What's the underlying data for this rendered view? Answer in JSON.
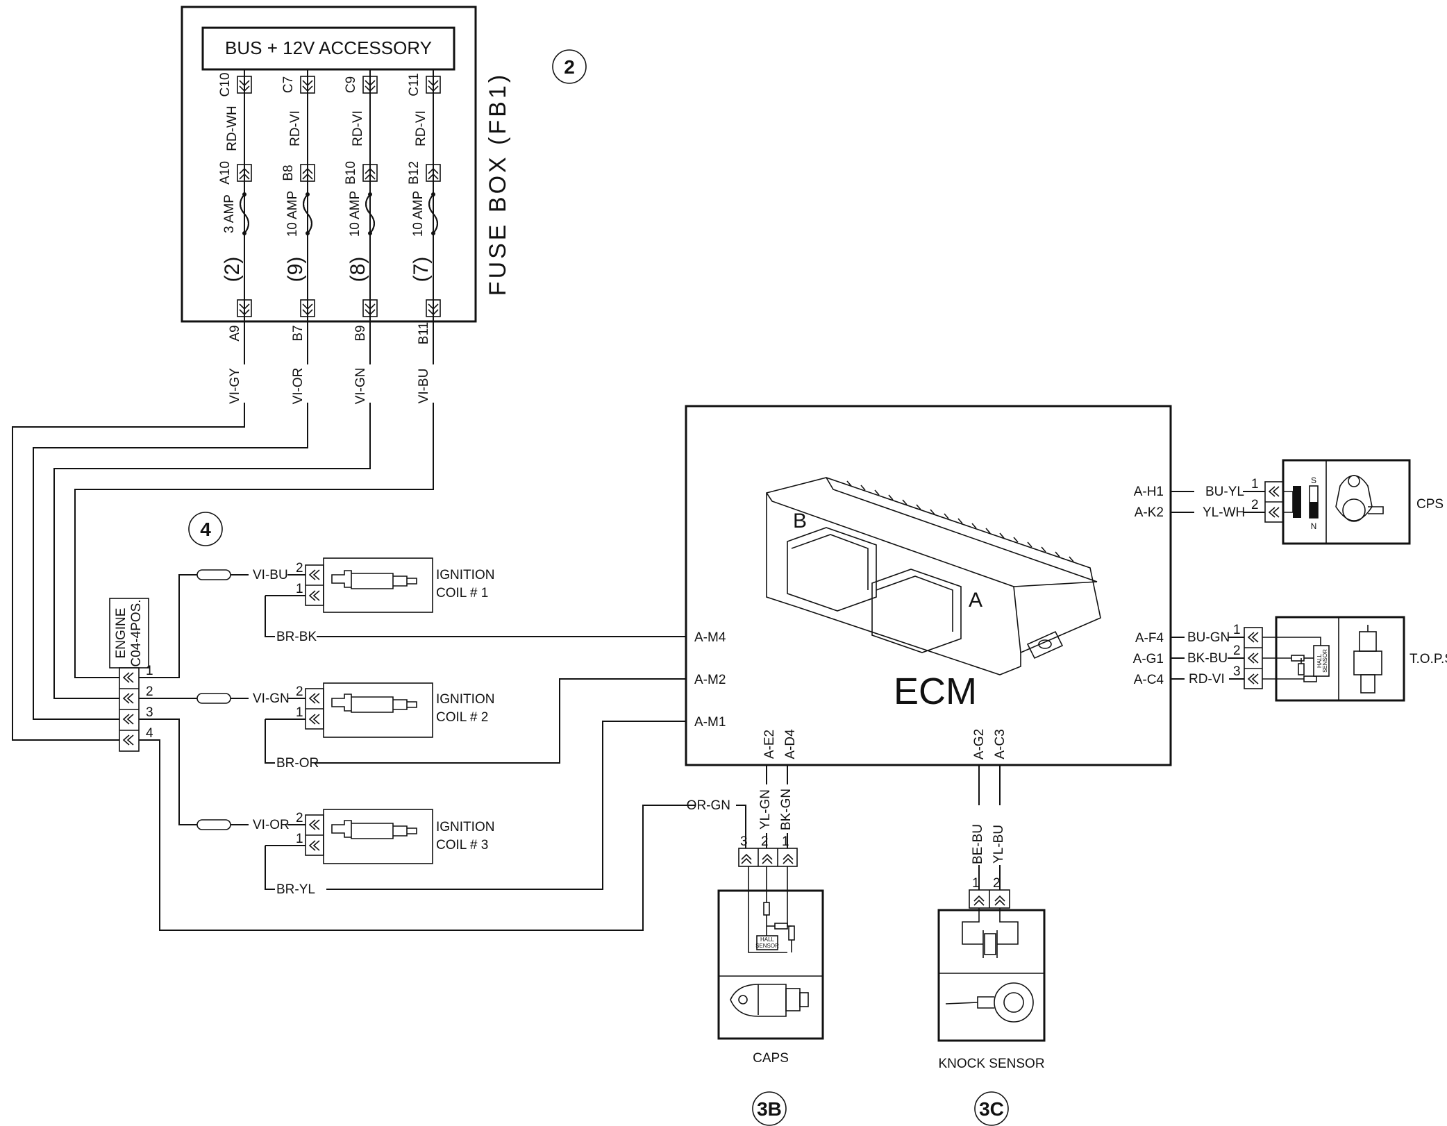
{
  "fuse_box": {
    "title": "FUSE BOX (FB1)",
    "bus_label": "BUS + 12V ACCESSORY",
    "callout": "2",
    "fuses": [
      {
        "top_pin": "C10",
        "wire_in": "RD-WH",
        "mid_pin": "A10",
        "rating": "3 AMP",
        "number": "(2)",
        "bottom_pin": "A9",
        "wire_out": "VI-GY"
      },
      {
        "top_pin": "C7",
        "wire_in": "RD-VI",
        "mid_pin": "B8",
        "rating": "10 AMP",
        "number": "(9)",
        "bottom_pin": "B7",
        "wire_out": "VI-OR"
      },
      {
        "top_pin": "C9",
        "wire_in": "RD-VI",
        "mid_pin": "B10",
        "rating": "10 AMP",
        "number": "(8)",
        "bottom_pin": "B9",
        "wire_out": "VI-GN"
      },
      {
        "top_pin": "C11",
        "wire_in": "RD-VI",
        "mid_pin": "B12",
        "rating": "10 AMP",
        "number": "(7)",
        "bottom_pin": "B11",
        "wire_out": "VI-BU"
      }
    ]
  },
  "engine_connector": {
    "label_line1": "ENGINE",
    "label_line2": "C04-4POS.",
    "callout": "4",
    "pins": [
      "1",
      "2",
      "3",
      "4"
    ]
  },
  "ignition_coils": [
    {
      "name_line1": "IGNITION",
      "name_line2": "COIL # 1",
      "pin2": "2",
      "pin1": "1",
      "supply_wire": "VI-BU",
      "return_wire": "BR-BK"
    },
    {
      "name_line1": "IGNITION",
      "name_line2": "COIL # 2",
      "pin2": "2",
      "pin1": "1",
      "supply_wire": "VI-GN",
      "return_wire": "BR-OR"
    },
    {
      "name_line1": "IGNITION",
      "name_line2": "COIL # 3",
      "pin2": "2",
      "pin1": "1",
      "supply_wire": "VI-OR",
      "return_wire": "BR-YL"
    }
  ],
  "ecm": {
    "label": "ECM",
    "connector_a": "A",
    "connector_b": "B",
    "left_pins": [
      "A-M4",
      "A-M2",
      "A-M1"
    ],
    "bottom_pins": [
      "A-E2",
      "A-D4",
      "A-G2",
      "A-C3"
    ],
    "right_pins": [
      "A-H1",
      "A-K2",
      "A-F4",
      "A-G1",
      "A-C4"
    ]
  },
  "cps": {
    "label": "CPS",
    "wires": [
      "BU-YL",
      "YL-WH"
    ],
    "pins": [
      "1",
      "2"
    ],
    "magnet_s": "S",
    "magnet_n": "N"
  },
  "tops": {
    "label": "T.O.P.S",
    "wires": [
      "BU-GN",
      "BK-BU",
      "RD-VI"
    ],
    "pins": [
      "1",
      "2",
      "3"
    ],
    "sensor_text_1": "HALL",
    "sensor_text_2": "SENSOR"
  },
  "caps": {
    "label": "CAPS",
    "callout": "3B",
    "wires": [
      "OR-GN",
      "YL-GN",
      "BK-GN"
    ],
    "pins": [
      "3",
      "2",
      "1"
    ],
    "sensor_text_1": "HALL",
    "sensor_text_2": "SENSOR"
  },
  "knock_sensor": {
    "label": "KNOCK SENSOR",
    "callout": "3C",
    "wires": [
      "BE-BU",
      "YL-BU"
    ],
    "pins": [
      "1",
      "2"
    ]
  },
  "colors": {
    "line": "#111111",
    "background": "#ffffff"
  }
}
